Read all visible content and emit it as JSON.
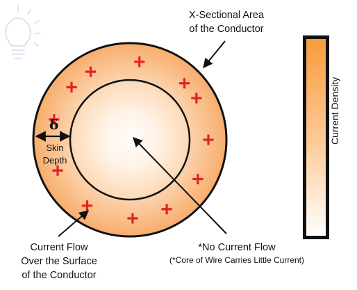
{
  "labels": {
    "xsection_line1": "X-Sectional Area",
    "xsection_line2": "of the Conductor",
    "delta": "δ",
    "skin_line1": "Skin",
    "skin_line2": "Depth",
    "surface_line1": "Current Flow",
    "surface_line2": "Over the Surface",
    "surface_line3": "of the Conductor",
    "core_main": "*No Current Flow",
    "core_note": "(*Core of Wire Carries Little Current)",
    "density_axis": "Current  Density"
  },
  "icons": {
    "watermark": "lightbulb-icon",
    "charge": "plus-icon"
  },
  "colors": {
    "outer_ring": "#f9b57a",
    "core_center": "#fffdfb",
    "plus": "#e32222",
    "gradient_top": "#f99b3a",
    "gradient_bottom": "#ffffff",
    "outline": "#111111"
  }
}
